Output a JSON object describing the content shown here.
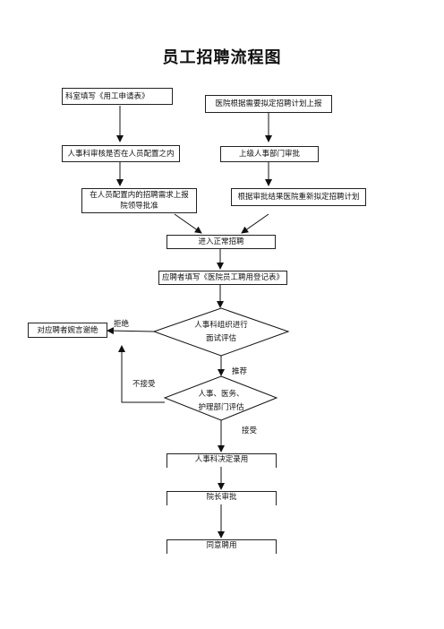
{
  "title": "员工招聘流程图",
  "nodes": {
    "dept_form": "科室填写《用工申请表》",
    "hospital_plan": "医院根据需要拟定招聘计划上报",
    "hr_check": "人事科审核是否在人员配置之内",
    "superior_approve": "上级人事部门审批",
    "within_config_line1": "在人员配置内的招聘需求上报",
    "within_config_line2": "院领导批准",
    "replan": "根据审批结果医院重新拟定招聘计划",
    "enter_recruit": "进入正常招聘",
    "applicant_form": "应聘者填写《医院员工聘用登记表》",
    "interview_line1": "人事科组织进行",
    "interview_line2": "面试评估",
    "decline": "对应聘者婉言谢绝",
    "dept_eval_line1": "人事、医务、",
    "dept_eval_line2": "护理部门评估",
    "hr_decide": "人事科决定录用",
    "president_approve": "院长审批",
    "agree_hire": "同意聘用"
  },
  "edge_labels": {
    "reject": "拒绝",
    "recommend": "推荐",
    "not_accept": "不接受",
    "accept": "接受"
  }
}
